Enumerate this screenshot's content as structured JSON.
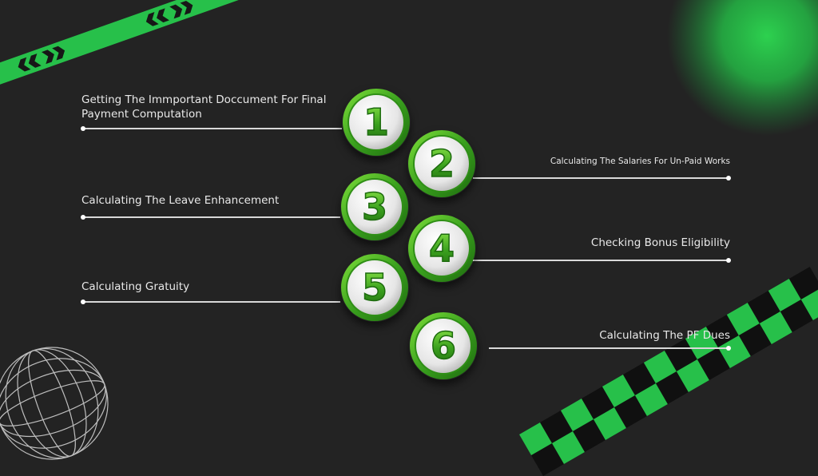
{
  "steps": [
    {
      "number": "1",
      "text": "Getting The Immportant Doccument For Final\nPayment Computation",
      "side": "left"
    },
    {
      "number": "2",
      "text": "Calculating The Salaries For Un-Paid Works",
      "side": "right"
    },
    {
      "number": "3",
      "text": "Calculating The Leave Enhancement",
      "side": "left"
    },
    {
      "number": "4",
      "text": "Checking Bonus Eligibility",
      "side": "right"
    },
    {
      "number": "5",
      "text": "Calculating Gratuity",
      "side": "left"
    },
    {
      "number": "6",
      "text": "Calculating The PF Dues",
      "side": "right"
    }
  ],
  "colors": {
    "background": "#232323",
    "accent_green": "#27c04a",
    "badge_green": "#3aa01e",
    "badge_dark_green": "#1d6b0e",
    "text": "#e9e9e9"
  },
  "icons": {
    "globe": "wireframe-globe-icon",
    "chevron_tape": "chevron-tape-decoration",
    "checker_tape": "checkered-tape-decoration",
    "glow": "green-glow-decoration"
  }
}
